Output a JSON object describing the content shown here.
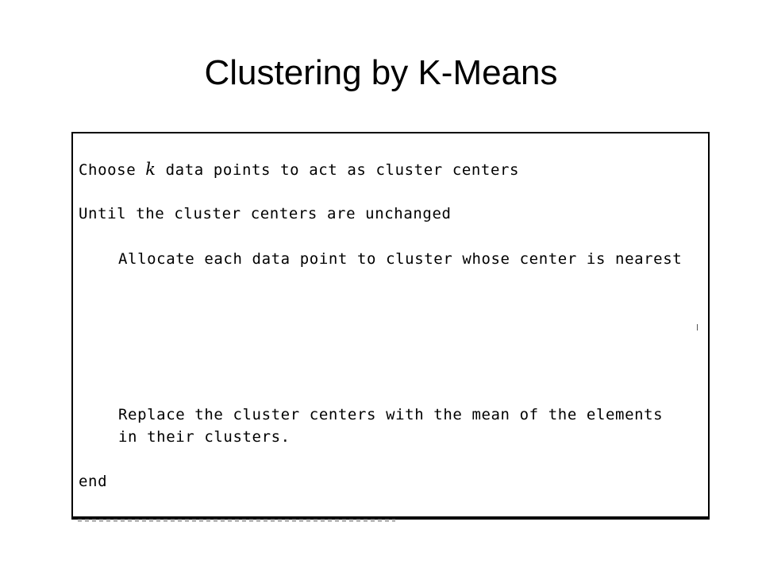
{
  "slide": {
    "title": "Clustering by K-Means"
  },
  "algorithm": {
    "line1_prefix": "Choose ",
    "line1_var": "k",
    "line1_suffix": " data points to act as cluster centers",
    "line2": "Until the cluster centers are unchanged",
    "line3": "Allocate each data point to cluster whose center is nearest",
    "line4": "Replace the cluster centers with the mean of the elements",
    "line5": "in their clusters.",
    "line6": "end"
  }
}
